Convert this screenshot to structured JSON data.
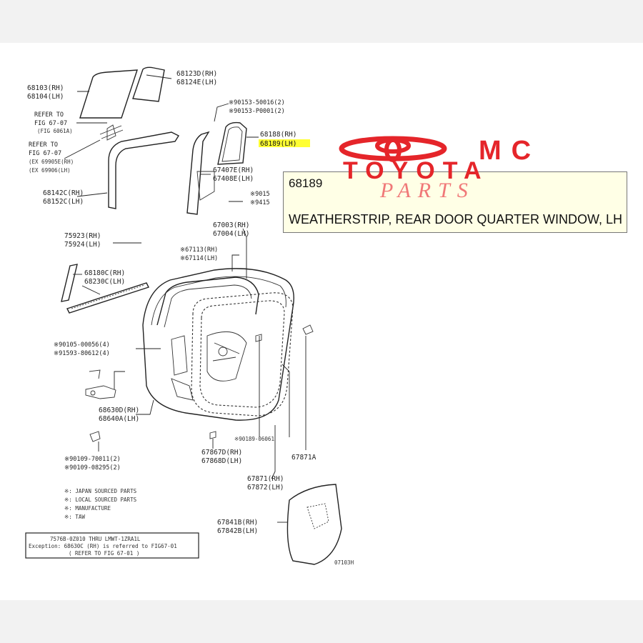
{
  "diagram": {
    "figure_code": "07103H",
    "labels": {
      "p68103": "68103(RH)",
      "p68104": "68104(LH)",
      "refer1_a": "REFER TO",
      "refer1_b": "FIG 67-07",
      "refer1_c": "(FIG 6061A)",
      "refer2_a": "REFER TO",
      "refer2_b": "FIG 67-07",
      "refer2_c": "(EX 69905E(RH)",
      "refer2_d": "(EX 69906(LH)",
      "p68123": "68123D(RH)",
      "p68124": "68124E(LH)",
      "p90153a": "※90153-50016(2)",
      "p90153b": "※90153-P0001(2)",
      "p68188": "68188(RH)",
      "p68189": "68189(LH)",
      "p67407": "67407E(RH)",
      "p67408": "67408E(LH)",
      "p9015x": "※9015",
      "p9415x": "※9415",
      "p68142": "68142C(RH)",
      "p68152": "68152C(LH)",
      "p67003": "67003(RH)",
      "p67004": "67004(LH)",
      "p75923": "75923(RH)",
      "p75924": "75924(LH)",
      "p67113": "※67113(RH)",
      "p67114": "※67114(LH)",
      "p68180": "68180C(RH)",
      "p68230": "68230C(LH)",
      "p90105": "※90105-00056(4)",
      "p91593": "※91593-80612(4)",
      "p68630": "68630D(RH)",
      "p68640": "68640A(LH)",
      "p90189": "※90189-06061",
      "p67867": "67867D(RH)",
      "p67868": "67868D(LH)",
      "p67871a": "67871A",
      "p90109a": "※90109-70011(2)",
      "p90109b": "※90109-08295(2)",
      "p67871": "67871(RH)",
      "p67872": "67872(LH)",
      "p67841": "67841B(RH)",
      "p67842": "67842B(LH)",
      "notes1": "※: JAPAN SOURCED PARTS",
      "notes2": "※: LOCAL SOURCED PARTS",
      "notes3": "※: MANUFACTURE",
      "notes4": "※: TAW",
      "box1": "7576B-0Z010 THRU LMWT-1ZRA1L",
      "box2": "Exception: 68630C (RH) is referred to FIG67-01",
      "box3": "( REFER TO FIG 67-01 )"
    }
  },
  "tooltip": {
    "part_number": "68189",
    "description": "WEATHERSTRIP, REAR DOOR QUARTER WINDOW, LH"
  },
  "watermark": {
    "line1": "MC",
    "line2": "TOYOTA",
    "line3": "PARTS",
    "primary_color": "#e5252a",
    "secondary_color": "#f07878"
  },
  "colors": {
    "highlight": "#ffff33",
    "tooltip_bg": "#ffffe6"
  }
}
